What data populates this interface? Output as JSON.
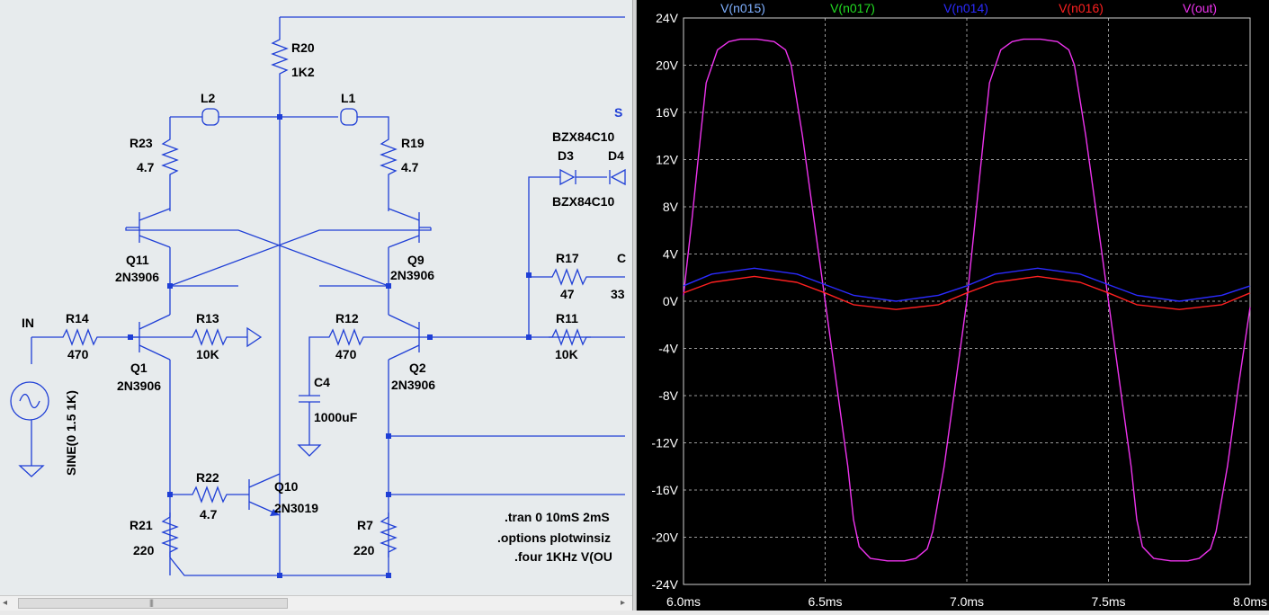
{
  "schematic": {
    "components": {
      "R20": {
        "name": "R20",
        "value": "1K2"
      },
      "L2": {
        "name": "L2"
      },
      "L1": {
        "name": "L1"
      },
      "R23": {
        "name": "R23",
        "value": "4.7"
      },
      "R19": {
        "name": "R19",
        "value": "4.7"
      },
      "Q11": {
        "name": "Q11",
        "model": "2N3906"
      },
      "Q9": {
        "name": "Q9",
        "model": "2N3906"
      },
      "R14": {
        "name": "R14",
        "value": "470"
      },
      "R13": {
        "name": "R13",
        "value": "10K"
      },
      "R12": {
        "name": "R12",
        "value": "470"
      },
      "Q1": {
        "name": "Q1",
        "model": "2N3906"
      },
      "Q2": {
        "name": "Q2",
        "model": "2N3906"
      },
      "C4": {
        "name": "C4",
        "value": "1000uF"
      },
      "R22": {
        "name": "R22",
        "value": "4.7"
      },
      "Q10": {
        "name": "Q10",
        "model": "2N3019"
      },
      "R21": {
        "name": "R21",
        "value": "220"
      },
      "R7": {
        "name": "R7",
        "value": "220"
      },
      "R17": {
        "name": "R17",
        "value": "47"
      },
      "R11": {
        "name": "R11",
        "value": "10K"
      },
      "D3": {
        "name": "D3",
        "model_top": "BZX84C10",
        "model_bottom": "BZX84C10"
      },
      "D4": {
        "name": "D4"
      }
    },
    "partial_labels": {
      "s_label": "S",
      "c_label": "C",
      "c_value": "33"
    },
    "source": {
      "net_label": "IN",
      "value": "SINE(0 1.5 1K)"
    },
    "directives": [
      ".tran 0 10mS 2mS",
      ".options plotwinsiz",
      ".four 1KHz V(OU"
    ]
  },
  "waveform": {
    "traces": [
      {
        "name": "V(n015)",
        "color": "#7fb0ff"
      },
      {
        "name": "V(n017)",
        "color": "#22dd22"
      },
      {
        "name": "V(n014)",
        "color": "#2b2bff"
      },
      {
        "name": "V(n016)",
        "color": "#ff2020"
      },
      {
        "name": "V(out)",
        "color": "#ee33ee"
      }
    ],
    "y_ticks": [
      "24V",
      "20V",
      "16V",
      "12V",
      "8V",
      "4V",
      "0V",
      "-4V",
      "-8V",
      "-12V",
      "-16V",
      "-20V",
      "-24V"
    ],
    "x_ticks": [
      "6.0ms",
      "6.5ms",
      "7.0ms",
      "7.5ms",
      "8.0ms"
    ],
    "background": "#000000"
  },
  "chart_data": {
    "type": "line",
    "xlabel": "",
    "ylabel": "",
    "xlim": [
      6.0,
      8.0
    ],
    "ylim": [
      -24,
      24
    ],
    "grid": true,
    "series": [
      {
        "name": "V(out)",
        "x": [
          6.0,
          6.03,
          6.06,
          6.08,
          6.12,
          6.16,
          6.2,
          6.26,
          6.32,
          6.36,
          6.38,
          6.42,
          6.46,
          6.5,
          6.54,
          6.58,
          6.6,
          6.62,
          6.66,
          6.72,
          6.78,
          6.82,
          6.86,
          6.88,
          6.92,
          6.96,
          7.0,
          7.03,
          7.06,
          7.08,
          7.12,
          7.16,
          7.2,
          7.26,
          7.32,
          7.36,
          7.38,
          7.42,
          7.46,
          7.5,
          7.54,
          7.58,
          7.6,
          7.62,
          7.66,
          7.72,
          7.78,
          7.82,
          7.86,
          7.88,
          7.92,
          7.96,
          8.0
        ],
        "y": [
          0.5,
          7,
          14,
          18.5,
          21.3,
          22.0,
          22.2,
          22.2,
          22.0,
          21.3,
          20,
          14,
          7,
          0,
          -7,
          -14,
          -18.5,
          -20.8,
          -21.8,
          -22.0,
          -22.0,
          -21.8,
          -21.0,
          -19.5,
          -14,
          -7,
          0,
          7,
          14,
          18.5,
          21.3,
          22.0,
          22.2,
          22.2,
          22.0,
          21.3,
          20,
          14,
          7,
          0,
          -7,
          -14,
          -18.5,
          -20.8,
          -21.8,
          -22.0,
          -22.0,
          -21.8,
          -21.0,
          -19.5,
          -14,
          -7,
          -0.5
        ]
      },
      {
        "name": "V(n014)",
        "x": [
          6.0,
          6.1,
          6.25,
          6.4,
          6.5,
          6.6,
          6.75,
          6.9,
          7.0,
          7.1,
          7.25,
          7.4,
          7.5,
          7.6,
          7.75,
          7.9,
          8.0
        ],
        "y": [
          1.3,
          2.3,
          2.8,
          2.3,
          1.4,
          0.5,
          0.0,
          0.5,
          1.3,
          2.3,
          2.8,
          2.3,
          1.4,
          0.5,
          0.0,
          0.5,
          1.3
        ]
      },
      {
        "name": "V(n016)",
        "x": [
          6.0,
          6.1,
          6.25,
          6.4,
          6.5,
          6.6,
          6.75,
          6.9,
          7.0,
          7.1,
          7.25,
          7.4,
          7.5,
          7.6,
          7.75,
          7.9,
          8.0
        ],
        "y": [
          0.7,
          1.6,
          2.1,
          1.6,
          0.7,
          -0.3,
          -0.7,
          -0.3,
          0.7,
          1.6,
          2.1,
          1.6,
          0.7,
          -0.3,
          -0.7,
          -0.3,
          0.7
        ]
      }
    ]
  }
}
